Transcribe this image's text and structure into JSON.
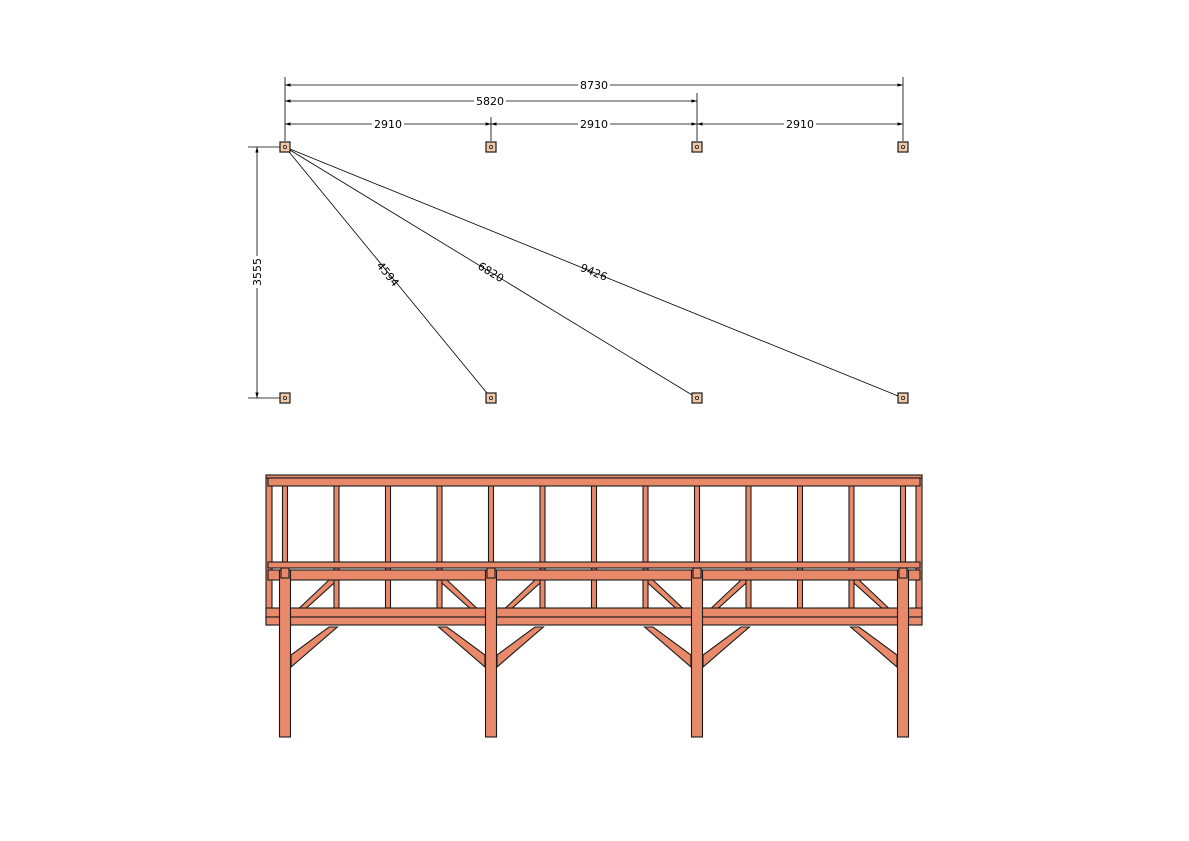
{
  "plan_view": {
    "dimensions": {
      "total_length": "8730",
      "two_bays": "5820",
      "bays": [
        "2910",
        "2910",
        "2910"
      ],
      "depth": "3555",
      "diagonals": [
        "4594",
        "6820",
        "9426"
      ]
    },
    "post_count_per_row": 4
  },
  "elevation_view": {
    "baluster_count": 13,
    "post_count": 4
  },
  "colors": {
    "timber": "#e8896a",
    "post_base": "#f0c8a8",
    "outline": "#1a1a1a"
  }
}
